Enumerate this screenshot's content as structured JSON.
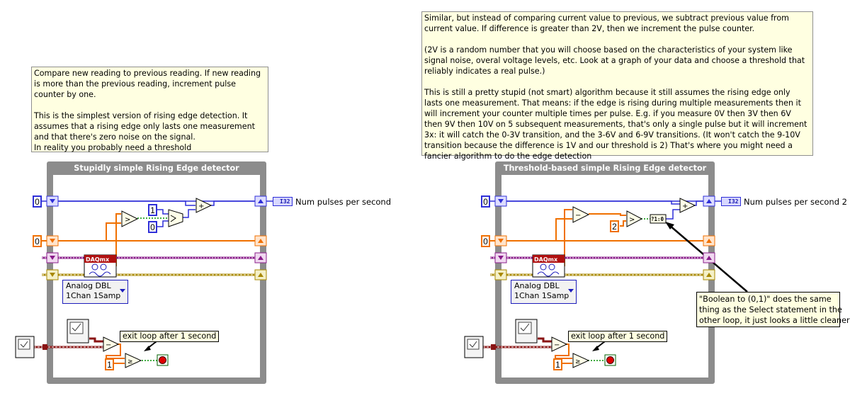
{
  "left": {
    "note": {
      "p1": "Compare new reading to previous reading. If new reading is more than the previous reading, increment pulse counter by one.",
      "p2": "This is the simplest version of rising edge detection. It assumes that a rising edge only lasts one measurement and that there's zero noise on the signal.",
      "p3": "In reality you probably need a threshold"
    },
    "loop_title": "Stupidly simple Rising Edge detector",
    "const_count": "0",
    "const_prev": "0",
    "const_one": "1",
    "const_zero": "0",
    "const_time": "1",
    "indicator_type": "I32",
    "indicator_label": "Num pulses per second",
    "daqmx_label": "DAQmx",
    "daq_select_line1": "Analog DBL",
    "daq_select_line2": "1Chan 1Samp",
    "exit_comment": "exit loop after 1 second"
  },
  "right": {
    "note": {
      "p1": "Similar, but instead of comparing current value to previous, we subtract previous value from current value. If difference is greater than 2V, then we increment the pulse counter.",
      "p2": "(2V is a random number that you will choose based on the characteristics of your system like signal noise, overal voltage levels, etc. Look at a graph of your data and choose a threshold that reliably indicates a real pulse.)",
      "p3": "This is still a pretty stupid (not smart) algorithm because it still assumes the rising edge only lasts one measurement. That means: if the edge is rising during multiple measurements then it will increment your counter multiple times per pulse. E.g. if you measure 0V then 3V then 6V then 9V then 10V on 5 subsequent measurements, that's only a single pulse but it will increment 3x: it will catch the 0-3V transition, and the 3-6V and 6-9V transitions. (It won't catch the 9-10V transition because the difference is 1V and our threshold is 2) That's where you might need a fancier algorithm to do the edge detection"
    },
    "loop_title": "Threshold-based simple Rising Edge detector",
    "const_count": "0",
    "const_prev": "0",
    "const_threshold": "2",
    "const_time": "1",
    "bool_to_int_label": "?1:0",
    "indicator_type": "I32",
    "indicator_label": "Num pulses per second 2",
    "daqmx_label": "DAQmx",
    "daq_select_line1": "Analog DBL",
    "daq_select_line2": "1Chan 1Samp",
    "exit_comment": "exit loop after 1 second",
    "callout": {
      "line1": "\"Boolean to (0,1)\" does the same",
      "line2": "thing as the Select statement in the",
      "line3": "other loop, it just looks a little cleaner"
    }
  },
  "colors": {
    "int_wire": "#2f2fd8",
    "dbl_wire": "#f07000",
    "bool_wire": "#009000",
    "task_wire": "#8a1c8a",
    "error_wire": "#a88800",
    "timestamp_wire": "#8a1414",
    "loop_frame": "#8c8c8c",
    "note_bg": "#ffffe1"
  }
}
